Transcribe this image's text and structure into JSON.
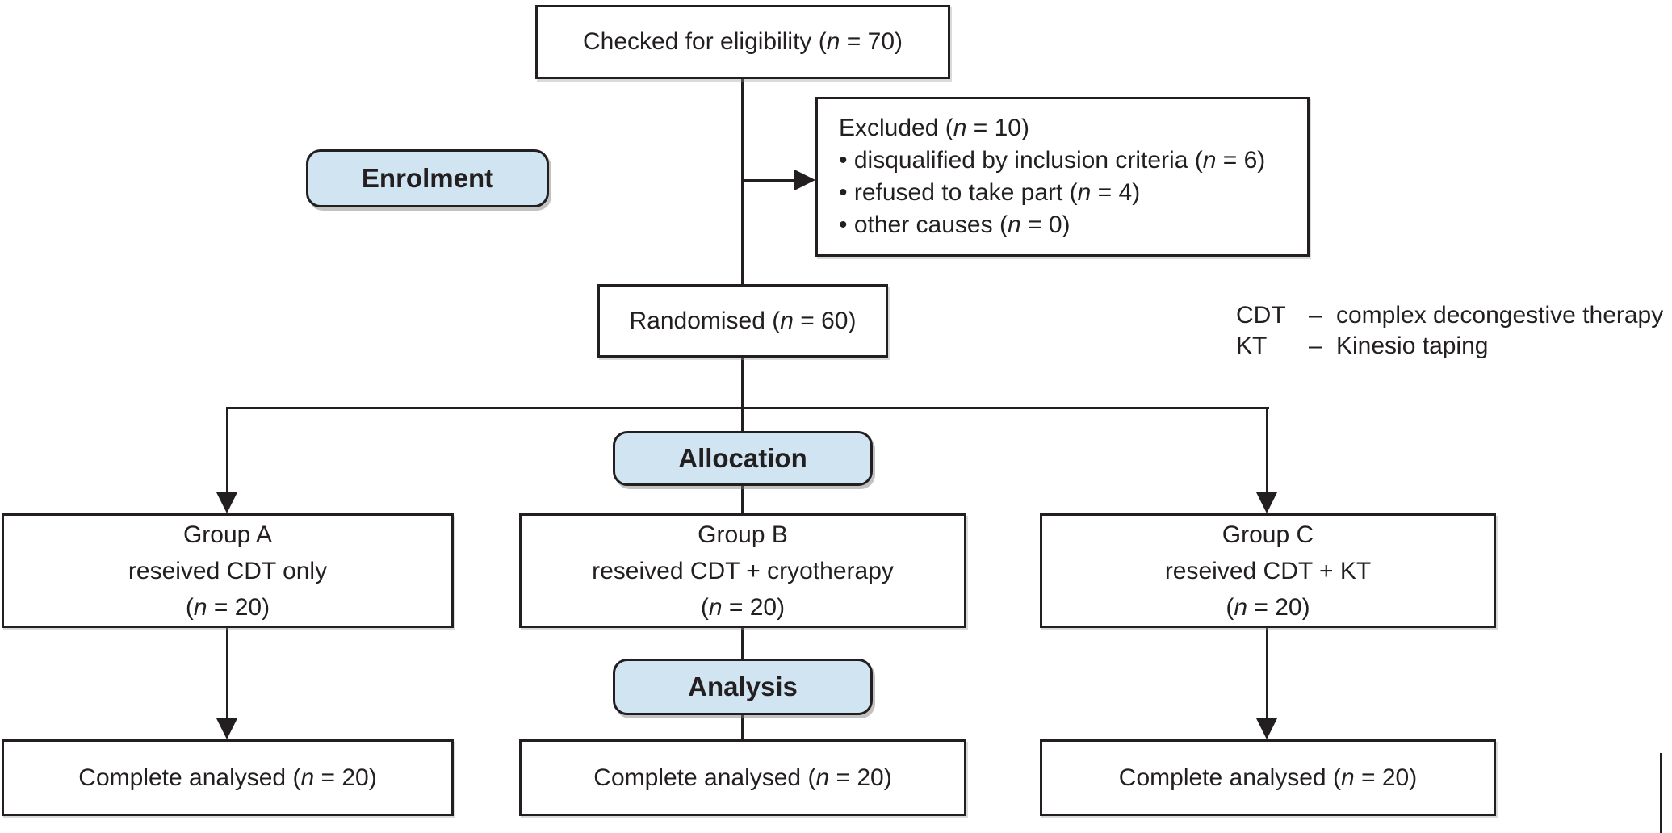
{
  "n_symbol": "n",
  "colors": {
    "line": "#231f20",
    "stage_fill": "#d0e5f1",
    "text": "#231f20"
  },
  "nodes": {
    "eligibility": {
      "pre": "Checked for eligibility (",
      "post": " = 70)"
    },
    "excluded": {
      "title_pre": "Excluded (",
      "title_post": " = 10)",
      "items": [
        {
          "pre": "• disqualified by inclusion criteria (",
          "post": " = 6)"
        },
        {
          "pre": "• refused to take part (",
          "post": " = 4)"
        },
        {
          "pre": "• other causes (",
          "post": " = 0)"
        }
      ]
    },
    "randomised": {
      "pre": "Randomised (",
      "post": " = 60)"
    },
    "groups": [
      {
        "name": "Group A",
        "treatment": "reseived CDT only",
        "n_pre": "(",
        "n_post": " = 20)"
      },
      {
        "name": "Group B",
        "treatment": "reseived CDT + cryotherapy",
        "n_pre": "(",
        "n_post": " = 20)"
      },
      {
        "name": "Group C",
        "treatment": "reseived CDT + KT",
        "n_pre": "(",
        "n_post": " = 20)"
      }
    ],
    "analysed": [
      {
        "pre": "Complete analysed (",
        "post": " = 20)"
      },
      {
        "pre": "Complete analysed (",
        "post": " = 20)"
      },
      {
        "pre": "Complete analysed (",
        "post": " = 20)"
      }
    ]
  },
  "stage_labels": {
    "enrolment": "Enrolment",
    "allocation": "Allocation",
    "analysis": "Analysis"
  },
  "legend": [
    {
      "abbr": "CDT",
      "dash": "–",
      "desc": "complex decongestive therapy"
    },
    {
      "abbr": "KT",
      "dash": "–",
      "desc": "Kinesio taping"
    }
  ]
}
